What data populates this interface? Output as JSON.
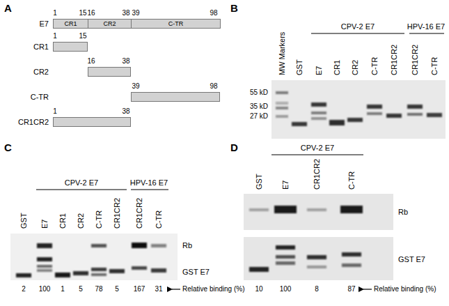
{
  "diagram": {
    "nodes": [
      {
        "text": [
          "E7"
        ]
      },
      {
        "text": [
          "CR1"
        ],
        "in": 0
      },
      {
        "text": [
          "CR2"
        ],
        "in": 0
      },
      {
        "text": [
          "C-TR"
        ],
        "in": 0
      },
      {
        "text": [
          "CR1"
        ]
      },
      {
        "text": [
          "CR2"
        ]
      },
      {
        "text": [
          "C-TR"
        ]
      },
      {
        "text": [
          "CR1CR2"
        ]
      }
    ],
    "labels": [
      "A",
      "1",
      "15",
      "16",
      "38",
      "39",
      "98",
      "1",
      "15",
      "16",
      "38",
      "39",
      "98",
      "1",
      "38",
      "B",
      "CPV-2 E7",
      "HPV-16 E7",
      "MW Markers",
      "GST",
      "E7",
      "CR1",
      "CR2",
      "C-TR",
      "CR1CR2",
      "CR1CR2",
      "C-TR",
      "55 kD",
      "35 kD",
      "27 kD",
      "C",
      "CPV-2 E7",
      "HPV-16 E7",
      "GST",
      "E7",
      "CR1",
      "CR2",
      "C-TR",
      "CR1CR2",
      "CR1CR2",
      "C-TR",
      "Rb",
      "GST E7",
      "2",
      "100",
      "1",
      "5",
      "78",
      "5",
      "167",
      "31",
      "Relative binding (%)",
      "D",
      "CPV-2 E7",
      "GST",
      "E7",
      "CR1CR2",
      "C-TR",
      "Rb",
      "GST E7",
      "10",
      "100",
      "8",
      "87",
      "Relative binding (%)"
    ]
  }
}
